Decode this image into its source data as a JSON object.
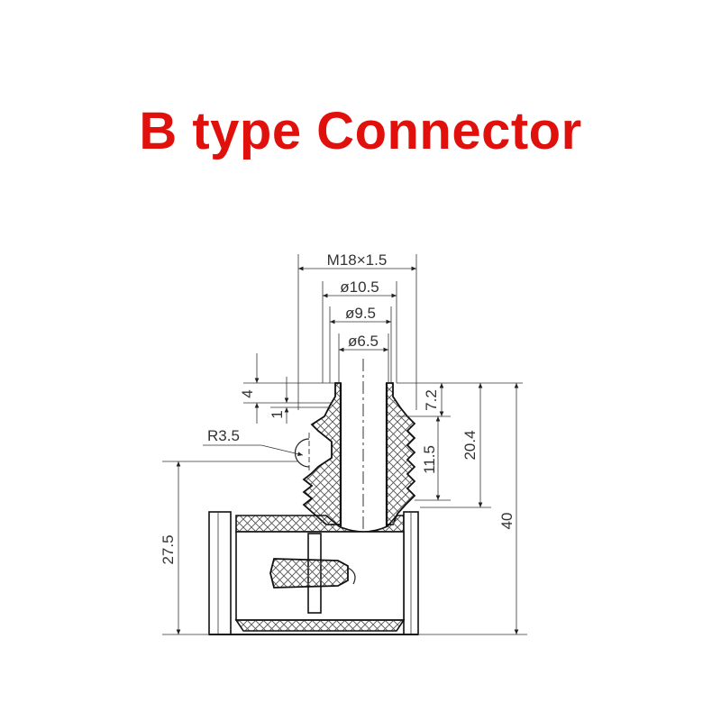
{
  "title": "B type Connector",
  "colors": {
    "title": "#e0100c",
    "line": "#222222",
    "hatch": "#555555"
  },
  "dimensions": {
    "thread": "M18×1.5",
    "dia_outer": "ø10.5",
    "dia_mid": "ø9.5",
    "dia_bore": "ø6.5",
    "radius": "R3.5",
    "h4": "4",
    "h1": "1",
    "h7_2": "7.2",
    "h11_5": "11.5",
    "h20_4": "20.4",
    "h27_5": "27.5",
    "h40": "40"
  }
}
